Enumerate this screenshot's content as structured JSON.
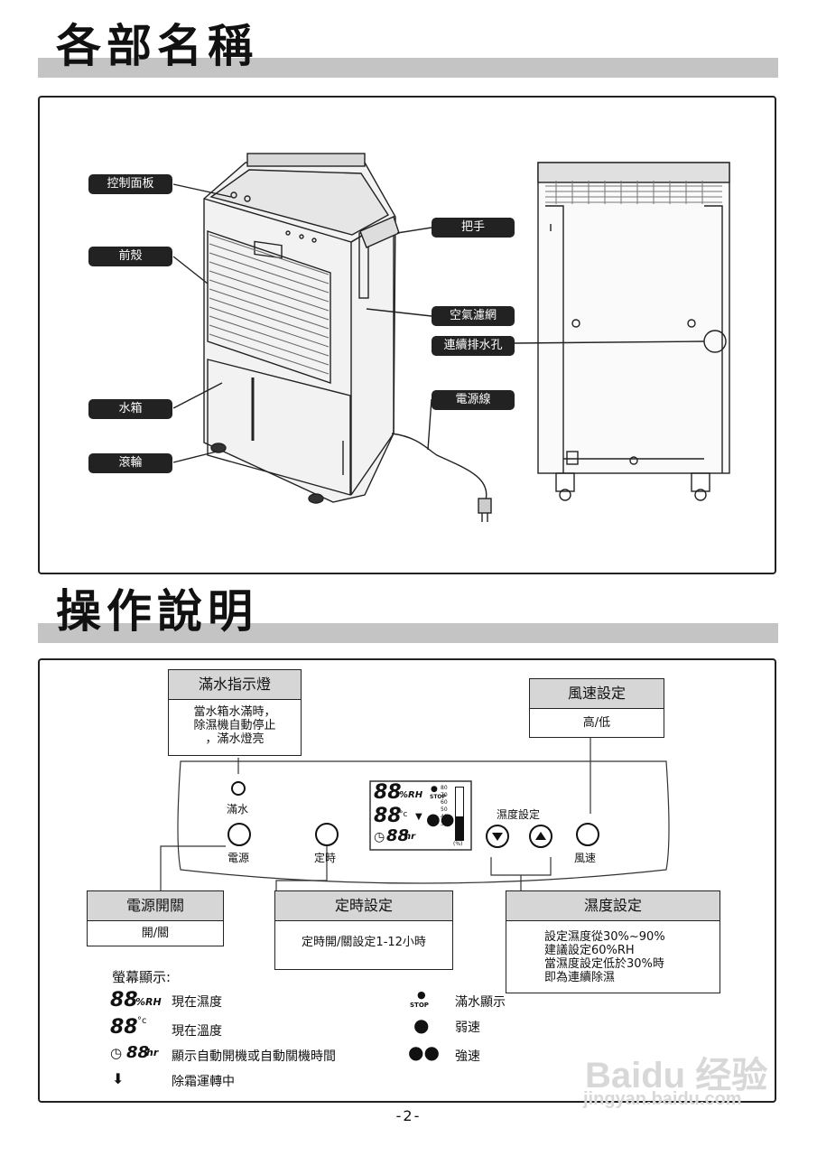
{
  "section1": {
    "title": "各部名稱",
    "callouts": {
      "control_panel": "控制面板",
      "front_shell": "前殼",
      "water_tank": "水箱",
      "caster": "滾輪",
      "handle": "把手",
      "air_filter": "空氣濾網",
      "drain_hole": "連續排水孔",
      "power_cord": "電源線"
    }
  },
  "section2": {
    "title": "操作說明",
    "full_water_box": {
      "head": "滿水指示燈",
      "body": "當水箱水滿時，\n除濕機自動停止\n，滿水燈亮"
    },
    "fan_box": {
      "head": "風速設定",
      "body": "高/低"
    },
    "power_box": {
      "head": "電源開關",
      "body": "開/關"
    },
    "timer_box": {
      "head": "定時設定",
      "body": "定時開/關設定1-12小時"
    },
    "humidity_box": {
      "head": "濕度設定",
      "body": "設定濕度從30%~90%\n建議設定60%RH\n當濕度設定低於30%時\n即為連續除濕"
    },
    "panel": {
      "full_label": "滿水",
      "power_label": "電源",
      "timer_label": "定時",
      "humidity_label": "濕度設定",
      "fan_label": "風速",
      "lcd_rh": "88",
      "lcd_rh_unit": "%RH",
      "lcd_temp": "88",
      "lcd_temp_unit": "°c",
      "lcd_time": "88",
      "lcd_time_unit": "hr",
      "stop": "STOP",
      "scale": [
        "80",
        "70",
        "60",
        "50",
        "40",
        "30"
      ],
      "scale_unit": "(%)"
    },
    "legend": {
      "heading": "螢幕顯示:",
      "rh_sym": "88",
      "rh_unit": "%RH",
      "rh_text": "現在濕度",
      "temp_sym": "88",
      "temp_unit": "°c",
      "temp_text": "現在溫度",
      "time_sym": "88",
      "time_unit": "hr",
      "time_text": "顯示自動開機或自動關機時間",
      "defrost_text": "除霜運轉中",
      "stop_label": "STOP",
      "full_text": "滿水顯示",
      "weak_text": "弱速",
      "strong_text": "強速"
    }
  },
  "page_number": "-2-",
  "watermark": {
    "brand": "Baidu 经验",
    "url": "jingyan.baidu.com"
  }
}
